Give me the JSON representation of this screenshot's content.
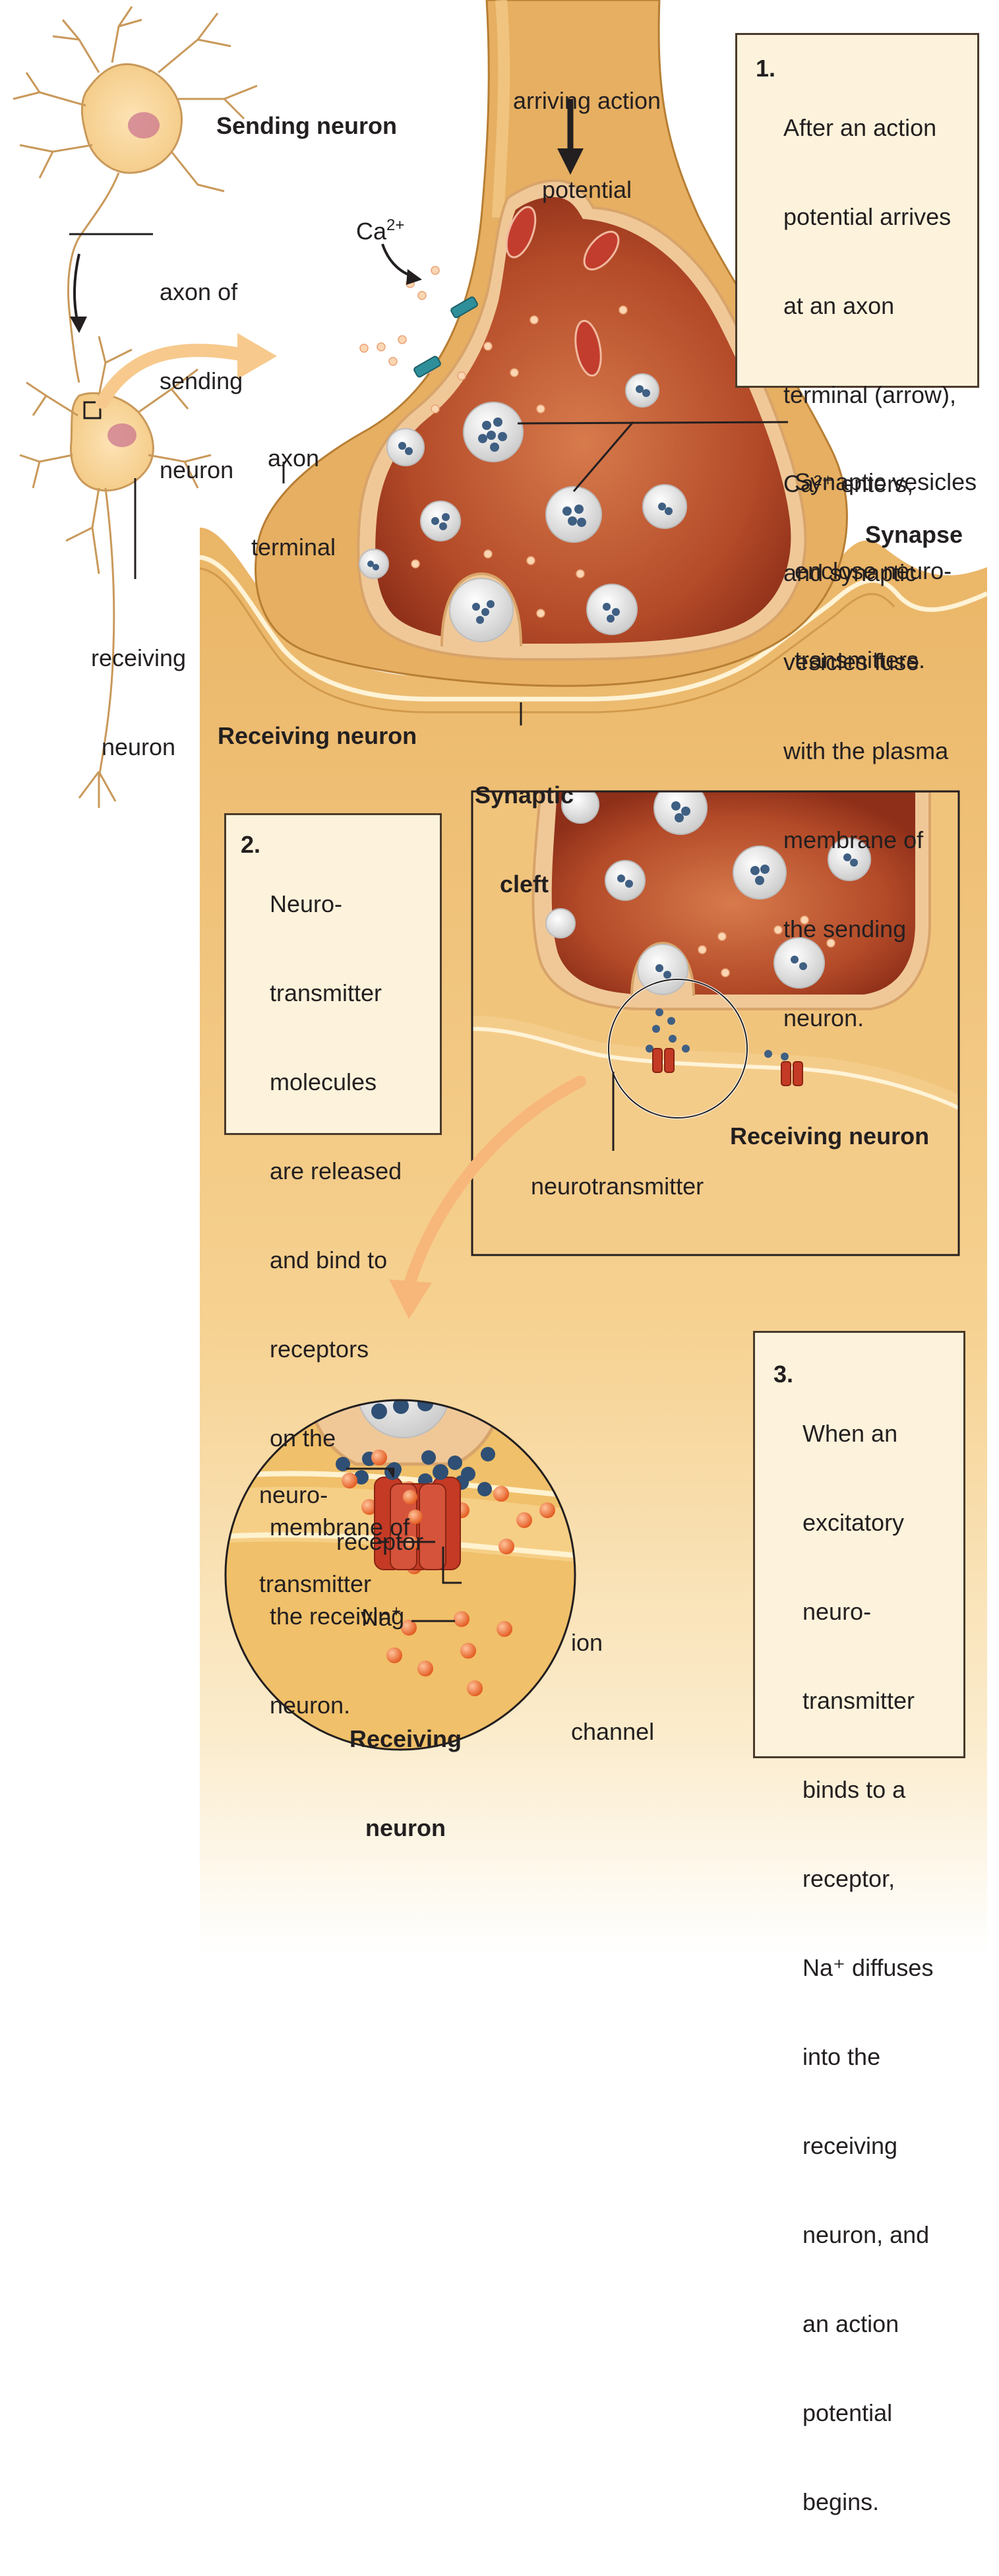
{
  "labels": {
    "sending_neuron": "Sending neuron",
    "arriving_ap_line1": "arriving action",
    "arriving_ap_line2": "potential",
    "axon_of_sending_line1": "axon of",
    "axon_of_sending_line2": "sending",
    "axon_of_sending_line3": "neuron",
    "ca_base": "Ca",
    "ca_sup": "2+",
    "axon_terminal_line1": "axon",
    "axon_terminal_line2": "terminal",
    "receiving_neuron_line1": "receiving",
    "receiving_neuron_line2": "neuron",
    "synaptic_vesicles_line1": "Synaptic vesicles",
    "synaptic_vesicles_line2": "enclose neuro-",
    "synaptic_vesicles_line3": "transmitters.",
    "synapse": "Synapse",
    "receiving_neuron_bold": "Receiving neuron",
    "synaptic_cleft_line1": "Synaptic",
    "synaptic_cleft_line2": "cleft",
    "receiving_neuron_inset": "Receiving neuron",
    "neurotransmitter_inset": "neurotransmitter",
    "nt_circle_line1": "neuro-",
    "nt_circle_line2": "transmitter",
    "receptor": "receptor",
    "ion_channel_line1": "ion",
    "ion_channel_line2": "channel",
    "na_base": "Na",
    "na_sup": "+",
    "receiving_circle_line1": "Receiving",
    "receiving_circle_line2": "neuron"
  },
  "steps": [
    {
      "number": "1.",
      "lines": [
        "After an action",
        "potential arrives",
        "at an axon",
        "terminal (arrow),",
        "Ca²⁺ enters,",
        "and synaptic",
        "vesicles fuse",
        "with the plasma",
        "membrane of",
        "the sending",
        "neuron."
      ]
    },
    {
      "number": "2.",
      "lines": [
        "Neuro-",
        "transmitter",
        "molecules",
        "are released",
        "and bind to",
        "receptors",
        "on the",
        "membrane of",
        "the receiving",
        "neuron."
      ]
    },
    {
      "number": "3.",
      "lines": [
        "When an",
        "excitatory",
        "neuro-",
        "transmitter",
        "binds to a",
        "receptor,",
        "Na⁺ diffuses",
        "into the",
        "receiving",
        "neuron, and",
        "an action",
        "potential",
        "begins."
      ]
    }
  ],
  "colors": {
    "tissue": "#f2c77d",
    "tissue_dark": "#d9a55a",
    "terminal_outer": "#e3ab5f",
    "terminal_inner": "#b2522e",
    "vesicle": "#f1f1f1",
    "neurotransmitter": "#2c4f72",
    "sodium": "#f07a3a",
    "receptor": "#c43a24",
    "calcium_channel": "#2e8f9a",
    "box_bg": "#fdf3dc",
    "arrow": "#f5b06a"
  }
}
